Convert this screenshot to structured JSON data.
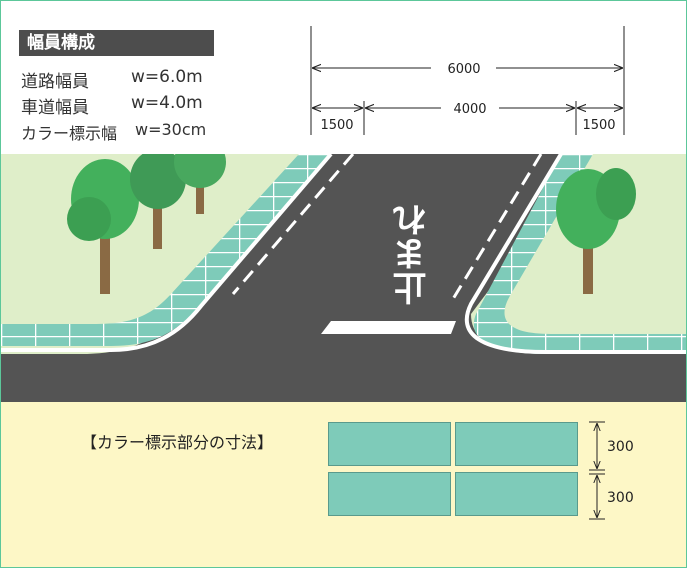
{
  "header": {
    "title": "幅員構成",
    "specs": [
      {
        "label": "道路幅員",
        "value": "w=6.0m"
      },
      {
        "label": "車道幅員",
        "value": "w=4.0m"
      },
      {
        "label": "カラー標示幅",
        "value": "w=30cm"
      }
    ]
  },
  "dimensions": {
    "total": "6000",
    "carriageway": "4000",
    "left_strip": "1500",
    "right_strip": "1500"
  },
  "road": {
    "marking_text": "止まれ"
  },
  "legend": {
    "title": "【カラー標示部分の寸法】",
    "tile_height_top": "300",
    "tile_height_bottom": "300"
  },
  "colors": {
    "border": "#5cc79a",
    "title_bar": "#4d4d4d",
    "asphalt": "#545454",
    "color_marking": "#7ecbb9",
    "grass": "#dfeec9",
    "legend_bg": "#fdf7c6",
    "tree_leaves": "#43b05c",
    "tree_trunk": "#8a6a44"
  }
}
